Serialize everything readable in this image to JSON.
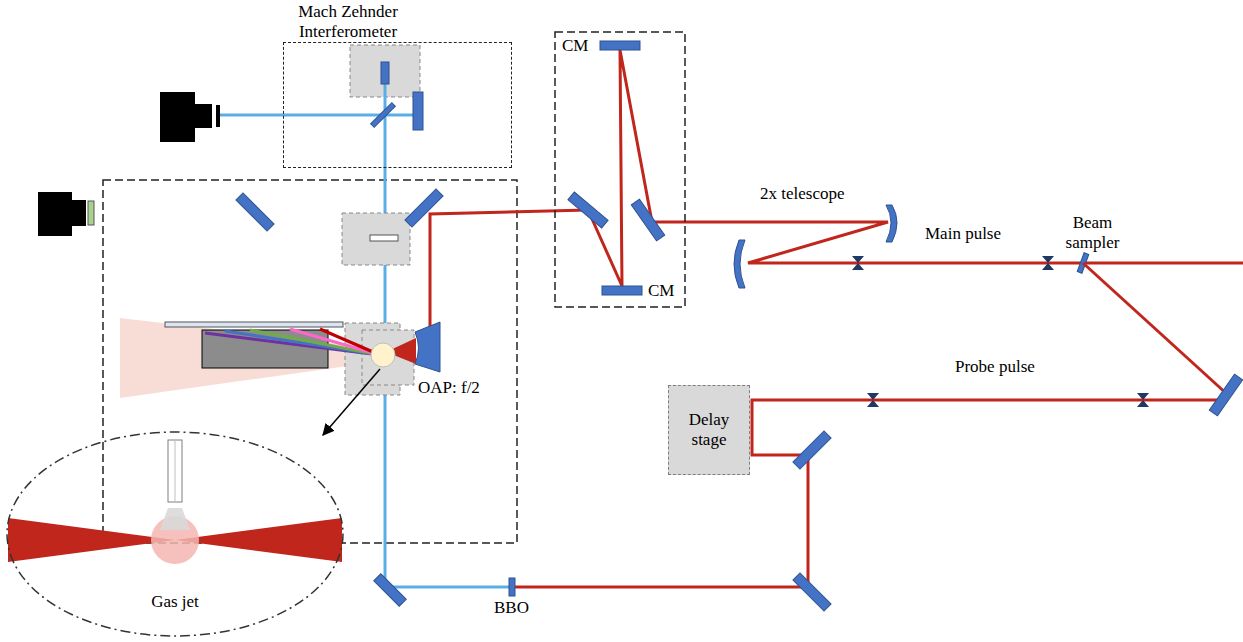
{
  "diagram": {
    "nodes": [
      {
        "text": [
          "Mach Zehnder Interferometer"
        ]
      },
      {
        "text": [
          "Delay stage"
        ]
      },
      {
        "text": [
          "Gas jet"
        ]
      }
    ],
    "labels": [
      "CM",
      "CM",
      "2x telescope",
      "Main pulse",
      "Beam sampler",
      "Probe pulse",
      "OAP: f/2",
      "BBO"
    ]
  }
}
